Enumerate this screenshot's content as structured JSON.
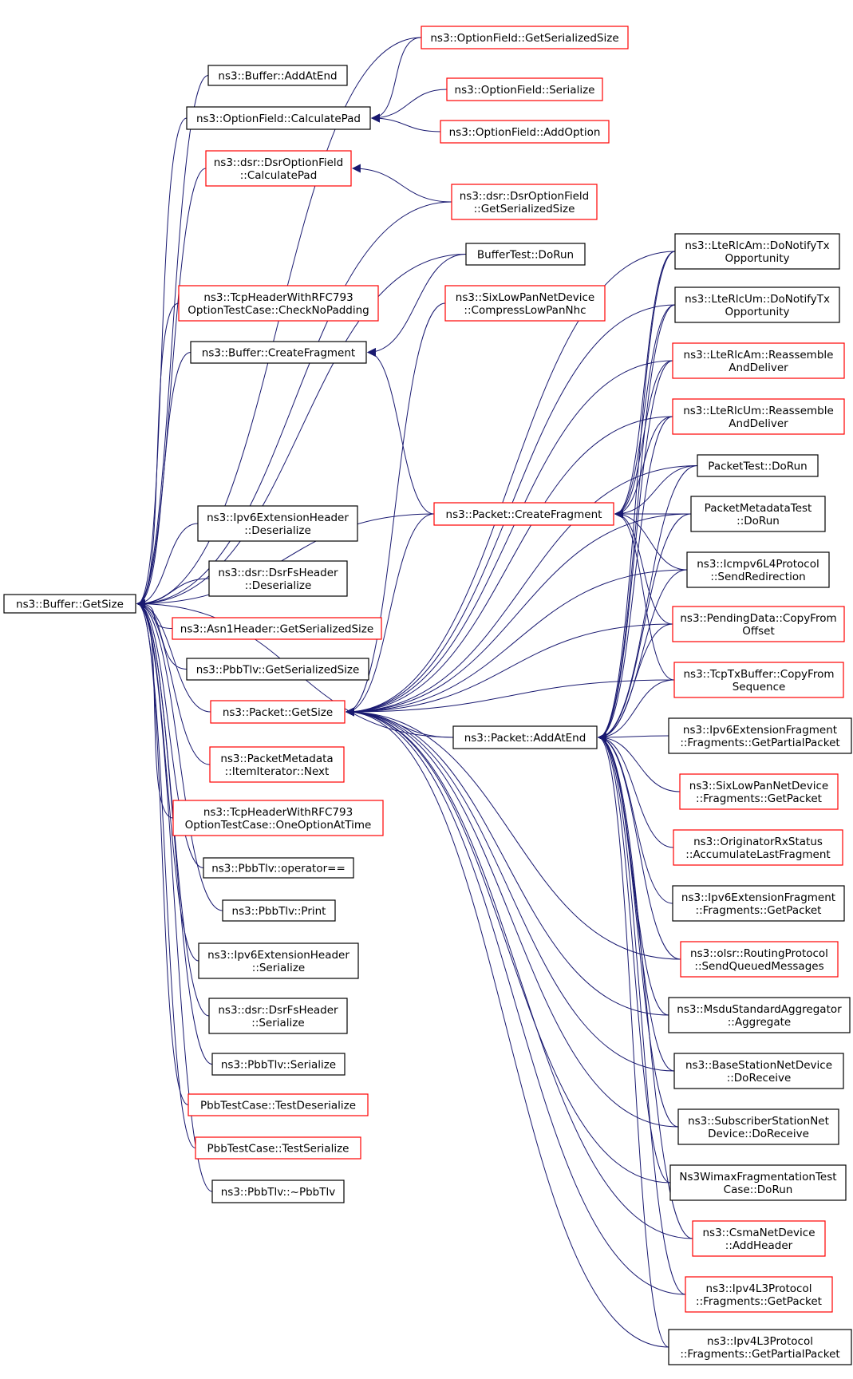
{
  "colors": {
    "edge": "#191970",
    "border_default": "#000000",
    "border_red": "#ff0000",
    "root_fill": "#bfbfbf"
  },
  "root": "ns3::Buffer::GetSize",
  "nodes": [
    {
      "id": "root",
      "lines": [
        "ns3::Buffer::GetSize"
      ],
      "style": "root"
    },
    {
      "id": "n1",
      "lines": [
        "ns3::OptionField::GetSerializedSize"
      ],
      "style": "red"
    },
    {
      "id": "n2",
      "lines": [
        "ns3::Buffer::AddAtEnd"
      ],
      "style": "black"
    },
    {
      "id": "n3",
      "lines": [
        "ns3::OptionField::Serialize"
      ],
      "style": "red"
    },
    {
      "id": "n4",
      "lines": [
        "ns3::OptionField::CalculatePad"
      ],
      "style": "black"
    },
    {
      "id": "n5",
      "lines": [
        "ns3::OptionField::AddOption"
      ],
      "style": "red"
    },
    {
      "id": "n6",
      "lines": [
        "ns3::dsr::DsrOptionField",
        "::CalculatePad"
      ],
      "style": "red"
    },
    {
      "id": "n7",
      "lines": [
        "ns3::dsr::DsrOptionField",
        "::GetSerializedSize"
      ],
      "style": "red"
    },
    {
      "id": "n8",
      "lines": [
        "ns3::LteRlcAm::DoNotifyTx",
        "Opportunity"
      ],
      "style": "black"
    },
    {
      "id": "n9",
      "lines": [
        "BufferTest::DoRun"
      ],
      "style": "black"
    },
    {
      "id": "n10",
      "lines": [
        "ns3::TcpHeaderWithRFC793",
        "OptionTestCase::CheckNoPadding"
      ],
      "style": "red"
    },
    {
      "id": "n11",
      "lines": [
        "ns3::SixLowPanNetDevice",
        "::CompressLowPanNhc"
      ],
      "style": "red"
    },
    {
      "id": "n12",
      "lines": [
        "ns3::LteRlcUm::DoNotifyTx",
        "Opportunity"
      ],
      "style": "black"
    },
    {
      "id": "n13",
      "lines": [
        "ns3::Buffer::CreateFragment"
      ],
      "style": "black"
    },
    {
      "id": "n14",
      "lines": [
        "ns3::LteRlcAm::Reassemble",
        "AndDeliver"
      ],
      "style": "red"
    },
    {
      "id": "n15",
      "lines": [
        "ns3::LteRlcUm::Reassemble",
        "AndDeliver"
      ],
      "style": "red"
    },
    {
      "id": "n16",
      "lines": [
        "PacketTest::DoRun"
      ],
      "style": "black"
    },
    {
      "id": "n17",
      "lines": [
        "ns3::Packet::CreateFragment"
      ],
      "style": "red"
    },
    {
      "id": "n18",
      "lines": [
        "PacketMetadataTest",
        "::DoRun"
      ],
      "style": "black"
    },
    {
      "id": "n19",
      "lines": [
        "ns3::Ipv6ExtensionHeader",
        "::Deserialize"
      ],
      "style": "black"
    },
    {
      "id": "n20",
      "lines": [
        "ns3::Icmpv6L4Protocol",
        "::SendRedirection"
      ],
      "style": "black"
    },
    {
      "id": "n21",
      "lines": [
        "ns3::dsr::DsrFsHeader",
        "::Deserialize"
      ],
      "style": "black"
    },
    {
      "id": "n22",
      "lines": [
        "ns3::PendingData::CopyFrom",
        "Offset"
      ],
      "style": "red"
    },
    {
      "id": "n23",
      "lines": [
        "ns3::Asn1Header::GetSerializedSize"
      ],
      "style": "red"
    },
    {
      "id": "n24",
      "lines": [
        "ns3::PbbTlv::GetSerializedSize"
      ],
      "style": "black"
    },
    {
      "id": "n25",
      "lines": [
        "ns3::TcpTxBuffer::CopyFrom",
        "Sequence"
      ],
      "style": "red"
    },
    {
      "id": "n26",
      "lines": [
        "ns3::Packet::GetSize"
      ],
      "style": "red"
    },
    {
      "id": "n27",
      "lines": [
        "ns3::Ipv6ExtensionFragment",
        "::Fragments::GetPartialPacket"
      ],
      "style": "black"
    },
    {
      "id": "n28",
      "lines": [
        "ns3::Packet::AddAtEnd"
      ],
      "style": "black"
    },
    {
      "id": "n29",
      "lines": [
        "ns3::PacketMetadata",
        "::ItemIterator::Next"
      ],
      "style": "red"
    },
    {
      "id": "n30",
      "lines": [
        "ns3::SixLowPanNetDevice",
        "::Fragments::GetPacket"
      ],
      "style": "red"
    },
    {
      "id": "n31",
      "lines": [
        "ns3::TcpHeaderWithRFC793",
        "OptionTestCase::OneOptionAtTime"
      ],
      "style": "red"
    },
    {
      "id": "n32",
      "lines": [
        "ns3::OriginatorRxStatus",
        "::AccumulateLastFragment"
      ],
      "style": "red"
    },
    {
      "id": "n33",
      "lines": [
        "ns3::PbbTlv::operator=="
      ],
      "style": "black"
    },
    {
      "id": "n34",
      "lines": [
        "ns3::Ipv6ExtensionFragment",
        "::Fragments::GetPacket"
      ],
      "style": "black"
    },
    {
      "id": "n35",
      "lines": [
        "ns3::PbbTlv::Print"
      ],
      "style": "black"
    },
    {
      "id": "n36",
      "lines": [
        "ns3::olsr::RoutingProtocol",
        "::SendQueuedMessages"
      ],
      "style": "red"
    },
    {
      "id": "n37",
      "lines": [
        "ns3::Ipv6ExtensionHeader",
        "::Serialize"
      ],
      "style": "black"
    },
    {
      "id": "n38",
      "lines": [
        "ns3::MsduStandardAggregator",
        "::Aggregate"
      ],
      "style": "black"
    },
    {
      "id": "n39",
      "lines": [
        "ns3::dsr::DsrFsHeader",
        "::Serialize"
      ],
      "style": "black"
    },
    {
      "id": "n40",
      "lines": [
        "ns3::BaseStationNetDevice",
        "::DoReceive"
      ],
      "style": "black"
    },
    {
      "id": "n41",
      "lines": [
        "ns3::PbbTlv::Serialize"
      ],
      "style": "black"
    },
    {
      "id": "n42",
      "lines": [
        "PbbTestCase::TestDeserialize"
      ],
      "style": "red"
    },
    {
      "id": "n43",
      "lines": [
        "ns3::SubscriberStationNet",
        "Device::DoReceive"
      ],
      "style": "black"
    },
    {
      "id": "n44",
      "lines": [
        "PbbTestCase::TestSerialize"
      ],
      "style": "red"
    },
    {
      "id": "n45",
      "lines": [
        "Ns3WimaxFragmentationTest",
        "Case::DoRun"
      ],
      "style": "black"
    },
    {
      "id": "n46",
      "lines": [
        "ns3::PbbTlv::~PbbTlv"
      ],
      "style": "black"
    },
    {
      "id": "n47",
      "lines": [
        "ns3::CsmaNetDevice",
        "::AddHeader"
      ],
      "style": "red"
    },
    {
      "id": "n48",
      "lines": [
        "ns3::Ipv4L3Protocol",
        "::Fragments::GetPacket"
      ],
      "style": "red"
    },
    {
      "id": "n49",
      "lines": [
        "ns3::Ipv4L3Protocol",
        "::Fragments::GetPartialPacket"
      ],
      "style": "black"
    }
  ]
}
